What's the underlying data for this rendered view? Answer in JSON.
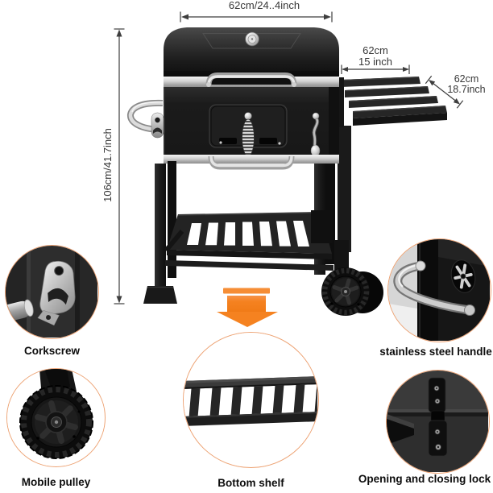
{
  "dimensions": {
    "width_top": "62cm/24..4inch",
    "height_left": "106cm/41.7inch",
    "shelf_width": [
      "62cm",
      "15 inch"
    ],
    "shelf_depth": [
      "62cm",
      "18.7inch"
    ]
  },
  "features": {
    "corkscrew": "Corkscrew",
    "mobile_pulley": "Mobile pulley",
    "bottom_shelf": "Bottom shelf",
    "handle": "stainless steel handle",
    "lock": "Opening and closing lock"
  },
  "colors": {
    "accent_orange": "#f58220",
    "circle_ring": "#eda374",
    "dimension_text": "#383838",
    "grill_black": "#1a1a1a",
    "chrome": "#c9c9c9"
  }
}
